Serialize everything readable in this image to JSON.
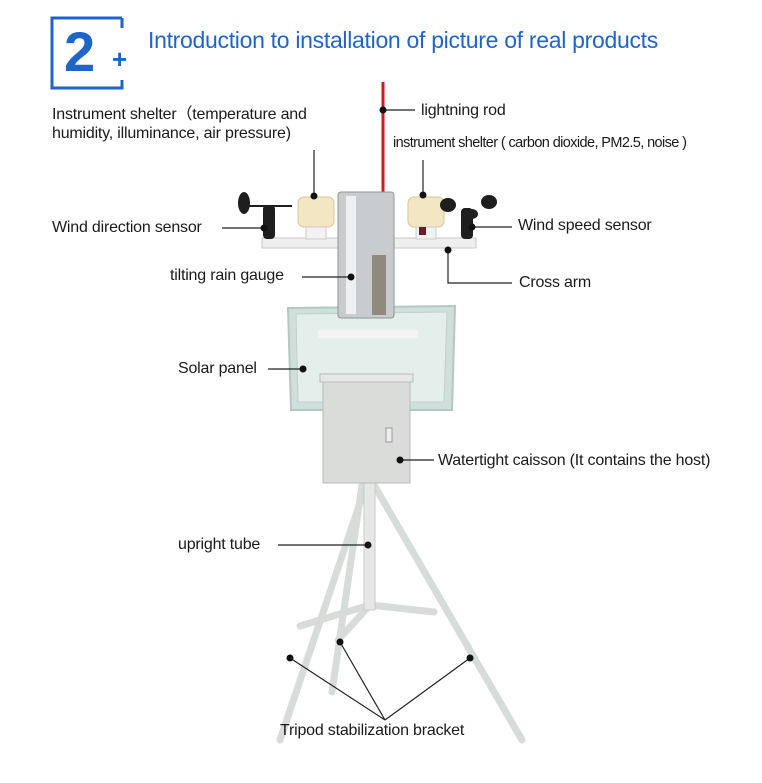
{
  "header": {
    "badge_number": "2",
    "badge_plus": "+",
    "title": "Introduction to installation of picture of real products",
    "accent_color": "#1f64c9"
  },
  "labels": {
    "shelter_left_line1": "Instrument shelter（temperature and",
    "shelter_left_line2": "humidity, illuminance, air pressure)",
    "lightning_rod": "lightning rod",
    "shelter_right": "instrument shelter ( carbon dioxide, PM2.5, noise )",
    "wind_direction": "Wind direction sensor",
    "wind_speed": "Wind speed sensor",
    "rain_gauge": "tilting rain gauge",
    "cross_arm": "Cross arm",
    "solar_panel": "Solar panel",
    "caisson": "Watertight caisson (It contains the host)",
    "upright_tube": "upright tube",
    "tripod": "Tripod stabilization bracket"
  }
}
